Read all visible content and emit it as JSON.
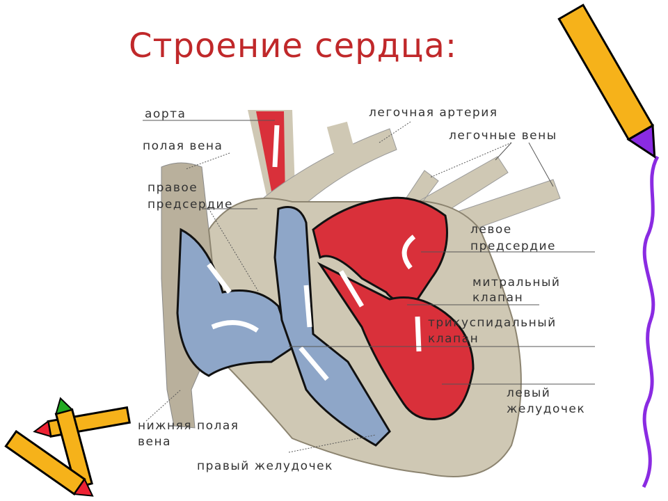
{
  "title": "Строение сердца:",
  "labels": {
    "aorta": "аорта",
    "vena_cava": "полая вена",
    "right_atrium_1": "правое",
    "right_atrium_2": "предсердие",
    "pulmonary_artery": "легочная артерия",
    "pulmonary_veins": "легочные вены",
    "left_atrium_1": "левое",
    "left_atrium_2": "предсердие",
    "mitral_1": "митральный",
    "mitral_2": "клапан",
    "tricuspid_1": "трикуспидальный",
    "tricuspid_2": "клапан",
    "left_ventricle_1": "левый",
    "left_ventricle_2": "желудочек",
    "inferior_vena_cava_1": "нижняя полая",
    "inferior_vena_cava_2": "вена",
    "right_ventricle": "правый желудочек"
  },
  "colors": {
    "title": "#c0282a",
    "oxygenated": "#d9303a",
    "deoxygenated": "#8ea6c8",
    "tissue": "#cfc8b4",
    "border_line": "#8a2be2"
  }
}
